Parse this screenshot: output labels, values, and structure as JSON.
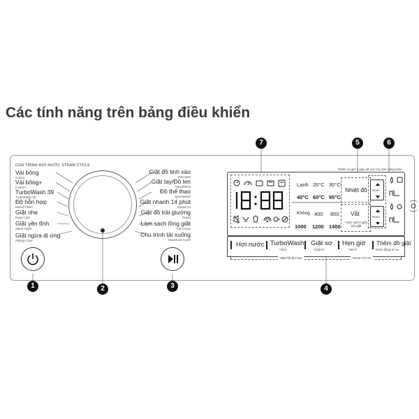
{
  "title": "Các tính năng trên bảng điều khiển",
  "steam_cycle_header": "CHU TRÌNH HƠI NƯỚC STEAM CYCLE",
  "programs_left": [
    {
      "label": "Vải bông",
      "sub": "Cotton"
    },
    {
      "label": "Vải bông+",
      "sub": "Cotton+"
    },
    {
      "label": "TurboWash 39",
      "sub": "TurboWash 39"
    },
    {
      "label": "Đồ hỗn hợp",
      "sub": "Mixed Fabric"
    },
    {
      "label": "Giặt nhẹ",
      "sub": "Easy Care"
    },
    {
      "label": "Giặt yên tĩnh",
      "sub": "Silent Wash"
    },
    {
      "label": "Giặt ngừa dị ứng",
      "sub": "Allergy Care"
    }
  ],
  "programs_right": [
    {
      "label": "Giặt đồ tinh xảo",
      "sub": "Delicates"
    },
    {
      "label": "Giặt tay/Đồ len",
      "sub": "Hand/Wool"
    },
    {
      "label": "Đồ thể thao",
      "sub": "Sportswear"
    },
    {
      "label": "Giặt nhanh 14 phút",
      "sub": "Speed 14"
    },
    {
      "label": "Giặt đồ trải giường",
      "sub": "Duvet"
    },
    {
      "label": "Làm sạch lồng giặt",
      "sub": "Tub Clean"
    },
    {
      "label": "Chu trình tải xuống",
      "sub": "Download Cycle"
    }
  ],
  "callouts": [
    "1",
    "2",
    "3",
    "4",
    "5",
    "6",
    "7"
  ],
  "display": {
    "digits": "18:88",
    "temp_labels": [
      "Lạnh",
      "20°C",
      "30°C",
      "40°C",
      "60°C",
      "95°C"
    ],
    "temp_title": "Nhiệt độ",
    "spin_labels": [
      "Không",
      "400",
      "800",
      "1000",
      "1200",
      "1400"
    ],
    "spin_title": "Vắt",
    "spin_note": "*Làm sạch ngăn bột giặt",
    "hold_note": "*Nhấn và giữ 3 giây để mở các tính năng khác",
    "none_label": "None"
  },
  "buttons": [
    {
      "label": "Hơi nước",
      "sub": ""
    },
    {
      "label": "TurboWash",
      "sub": "*Giũ+"
    },
    {
      "label": "Giặt sơ",
      "sub": "*Giặt kĩ"
    },
    {
      "label": "Hẹn giờ",
      "sub": "*Wi-Fi"
    },
    {
      "label": "Thêm đồ giặt",
      "sub": "*Khởi động từ xa"
    }
  ],
  "bottom_notes": {
    "left": "*Bật/Tắt âm báo",
    "right": "*Khóa Trẻ em"
  }
}
